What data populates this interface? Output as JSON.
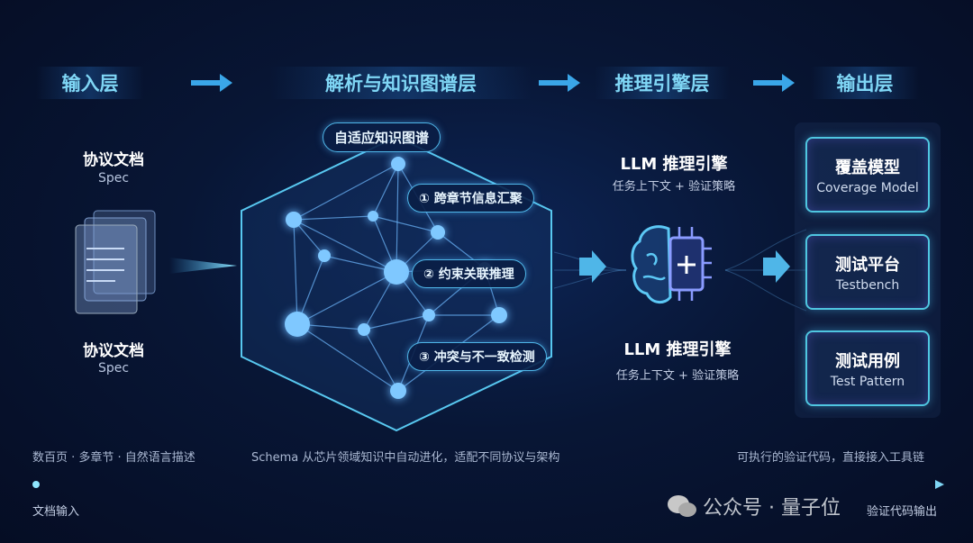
{
  "layers": [
    "输入层",
    "解析与知识图谱层",
    "推理引擎层",
    "输出层"
  ],
  "input": {
    "docs": [
      {
        "title": "协议文档",
        "sub": "Spec"
      },
      {
        "title": "协议文档",
        "sub": "Spec"
      }
    ],
    "note": "数百页 · 多章节 · 自然语言描述"
  },
  "graph": {
    "title": "自适应知识图谱",
    "steps": [
      "① 跨章节信息汇聚",
      "② 约束关联推理",
      "③ 冲突与不一致检测"
    ],
    "note": "Schema 从芯片领域知识中自动进化，适配不同协议与架构"
  },
  "engine": {
    "blocks": [
      {
        "title": "LLM 推理引擎",
        "sub": "任务上下文 + 验证策略"
      },
      {
        "title": "LLM 推理引擎",
        "sub": "任务上下文 + 验证策略"
      }
    ]
  },
  "output": {
    "boxes": [
      {
        "title": "覆盖模型",
        "sub": "Coverage Model"
      },
      {
        "title": "测试平台",
        "sub": "Testbench"
      },
      {
        "title": "测试用例",
        "sub": "Test Pattern"
      }
    ],
    "note": "可执行的验证代码，直接接入工具链"
  },
  "timeline": {
    "start": "文档输入",
    "end": "验证代码输出"
  },
  "watermark": "公众号 · 量子位",
  "colors": {
    "accent": "#4fc6e0",
    "bg": "#081635"
  }
}
